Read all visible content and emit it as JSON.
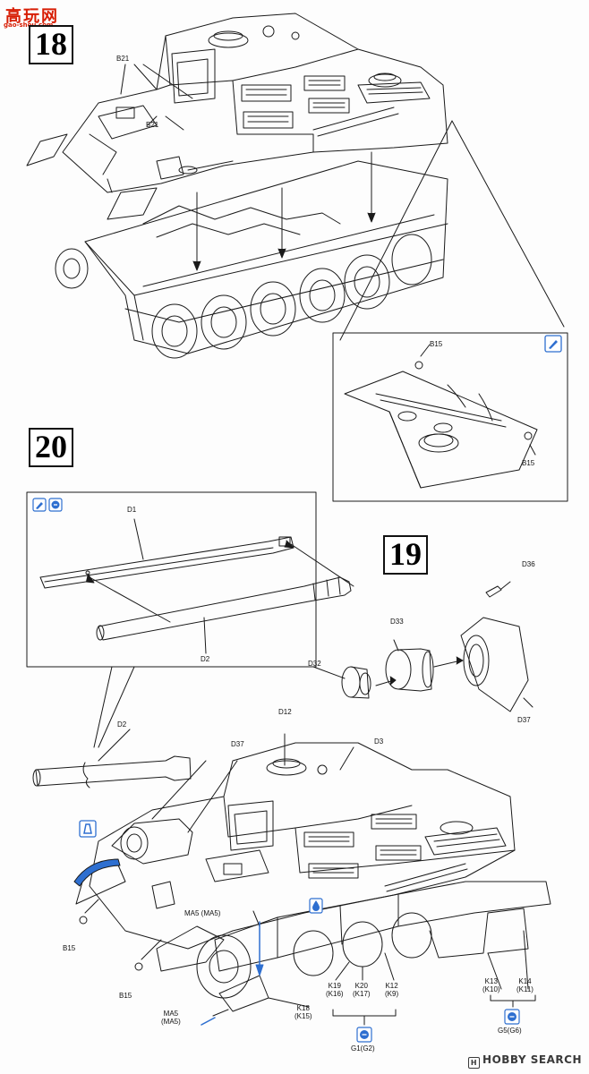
{
  "watermark": {
    "top_text": "高玩网",
    "top_url": "gao-shou.com",
    "bottom_text": "HOBBY SEARCH"
  },
  "steps": {
    "step18": "18",
    "step20": "20",
    "step19": "19"
  },
  "parts": {
    "b21_a": "B21",
    "b21_b": "B21",
    "b15_inset_top": "B15",
    "b15_inset_bottom": "B15",
    "d1": "D1",
    "d2_inset": "D2",
    "d2_main": "D2",
    "d36": "D36",
    "d33": "D33",
    "d32": "D32",
    "d37_right": "D37",
    "d12": "D12",
    "d3": "D3",
    "d37_main": "D37",
    "ma5_top": "MA5 (MA5)",
    "b15_left_a": "B15",
    "b15_left_b": "B15",
    "k18": "K18",
    "k18_alt": "(K15)",
    "k19": "K19",
    "k19_alt": "(K16)",
    "k20": "K20",
    "k20_alt": "(K17)",
    "k12": "K12",
    "k12_alt": "(K9)",
    "k13": "K13",
    "k13_alt": "(K10)",
    "k14": "K14",
    "k14_alt": "(K11)",
    "ma5_bottom": "MA5",
    "ma5_bottom_alt": "(MA5)",
    "g1": "G1(G2)",
    "g5": "G5(G6)"
  },
  "icons": {
    "glue": "glue-icon",
    "paint": "paint-icon",
    "cement": "cement-drop-icon",
    "bend": "bend-part-icon"
  },
  "colors": {
    "accent_blue": "#2e6fd0",
    "line": "#1a1a1a",
    "watermark_red": "#d81e05"
  }
}
